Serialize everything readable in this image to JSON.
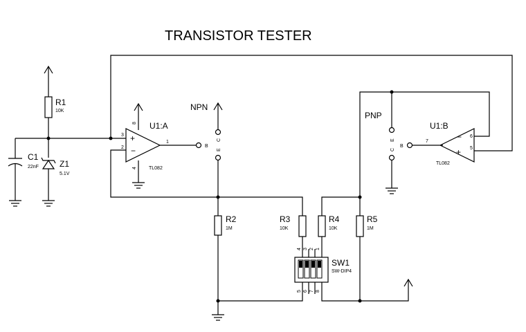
{
  "title": "TRANSISTOR TESTER",
  "components": {
    "R1": {
      "ref": "R1",
      "value": "10K"
    },
    "C1": {
      "ref": "C1",
      "value": "22nF"
    },
    "Z1": {
      "ref": "Z1",
      "value": "5.1V"
    },
    "U1A": {
      "ref": "U1:A",
      "value": "TL082",
      "pins": {
        "out": "1",
        "ninv": "2",
        "inv": "3",
        "vp": "8",
        "vm": "4"
      }
    },
    "U1B": {
      "ref": "U1:B",
      "value": "TL082",
      "pins": {
        "out": "7",
        "minus": "6",
        "plus": "5"
      }
    },
    "R2": {
      "ref": "R2",
      "value": "1M"
    },
    "R3": {
      "ref": "R3",
      "value": "10K"
    },
    "R4": {
      "ref": "R4",
      "value": "10K"
    },
    "R5": {
      "ref": "R5",
      "value": "1M"
    },
    "SW1": {
      "ref": "SW1",
      "value": "SW-DIP4",
      "top_pins": [
        "4",
        "3",
        "2",
        "1"
      ],
      "bottom_pins": [
        "5",
        "6",
        "7",
        "8"
      ]
    }
  },
  "labels": {
    "npn": "NPN",
    "pnp": "PNP",
    "npn_pins": {
      "b": "B",
      "e": "E",
      "c": "C"
    },
    "pnp_pins": {
      "b": "B",
      "e": "E",
      "c": "C"
    },
    "plus": "+",
    "minus": "−"
  }
}
